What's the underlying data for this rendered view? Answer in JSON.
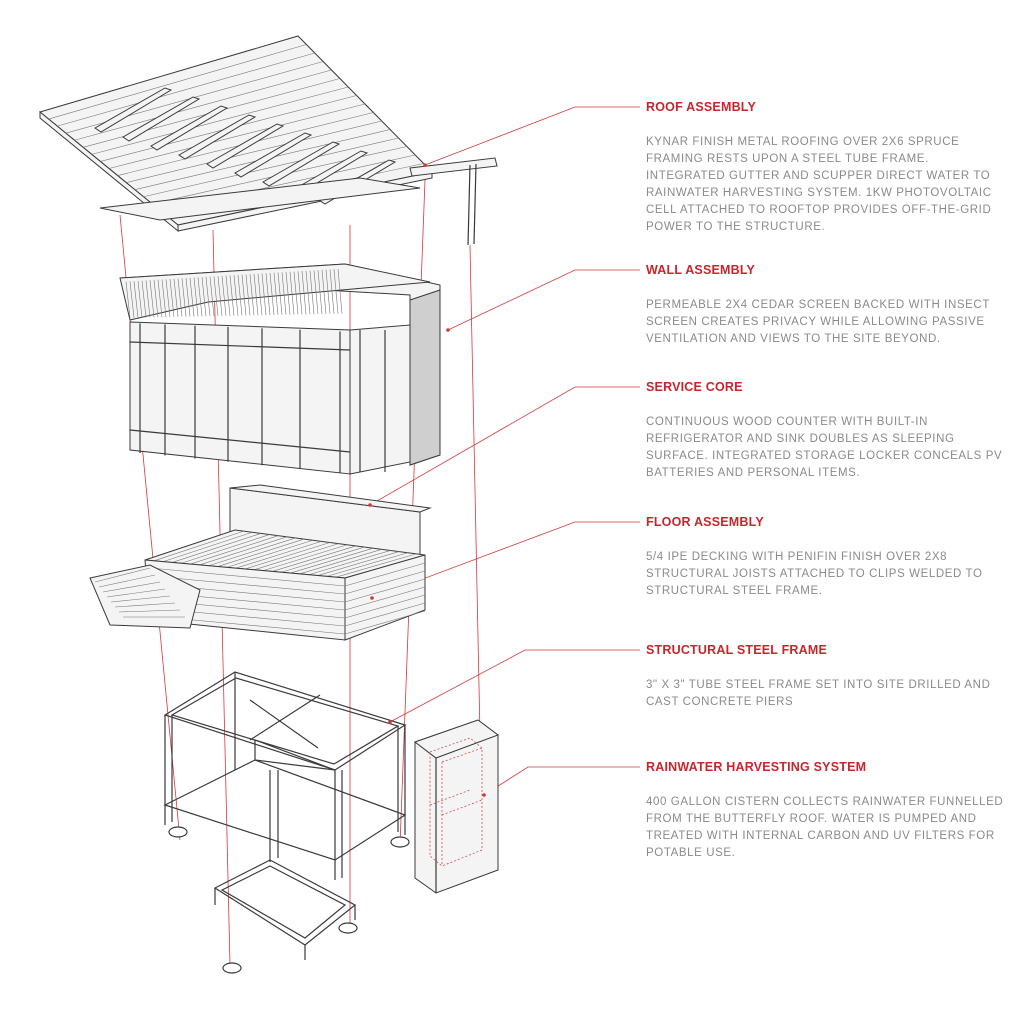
{
  "components": [
    {
      "title": "ROOF ASSEMBLY",
      "description": "KYNAR FINISH METAL ROOFING OVER 2X6 SPRUCE FRAMING RESTS UPON A STEEL TUBE FRAME. INTEGRATED GUTTER AND SCUPPER DIRECT WATER TO RAINWATER HARVESTING SYSTEM.  1KW PHOTOVOLTAIC CELL ATTACHED TO ROOFTOP PROVIDES OFF-THE-GRID POWER TO THE STRUCTURE."
    },
    {
      "title": "WALL ASSEMBLY",
      "description": "PERMEABLE 2X4 CEDAR SCREEN BACKED WITH INSECT SCREEN CREATES PRIVACY WHILE ALLOWING PASSIVE VENTILATION AND VIEWS TO THE SITE BEYOND."
    },
    {
      "title": "SERVICE CORE",
      "description": "CONTINUOUS WOOD COUNTER WITH BUILT-IN REFRIGERATOR AND SINK DOUBLES AS SLEEPING SURFACE.  INTEGRATED STORAGE LOCKER CONCEALS PV BATTERIES AND PERSONAL ITEMS."
    },
    {
      "title": "FLOOR ASSEMBLY",
      "description": "5/4 IPE DECKING WITH PENIFIN FINISH OVER 2X8 STRUCTURAL JOISTS ATTACHED TO CLIPS WELDED TO STRUCTURAL STEEL FRAME."
    },
    {
      "title": "STRUCTURAL STEEL FRAME",
      "description": "3\" X 3\" TUBE STEEL FRAME SET INTO SITE DRILLED AND CAST CONCRETE PIERS"
    },
    {
      "title": "RAINWATER HARVESTING SYSTEM",
      "description": "400 GALLON CISTERN COLLECTS RAINWATER FUNNELLED FROM THE BUTTERFLY ROOF.  WATER IS PUMPED AND TREATED WITH INTERNAL CARBON AND UV FILTERS FOR POTABLE USE."
    }
  ],
  "colors": {
    "accent": "#c8252c",
    "body_text": "#8a8a8a",
    "linework": "#3a3a3a"
  }
}
